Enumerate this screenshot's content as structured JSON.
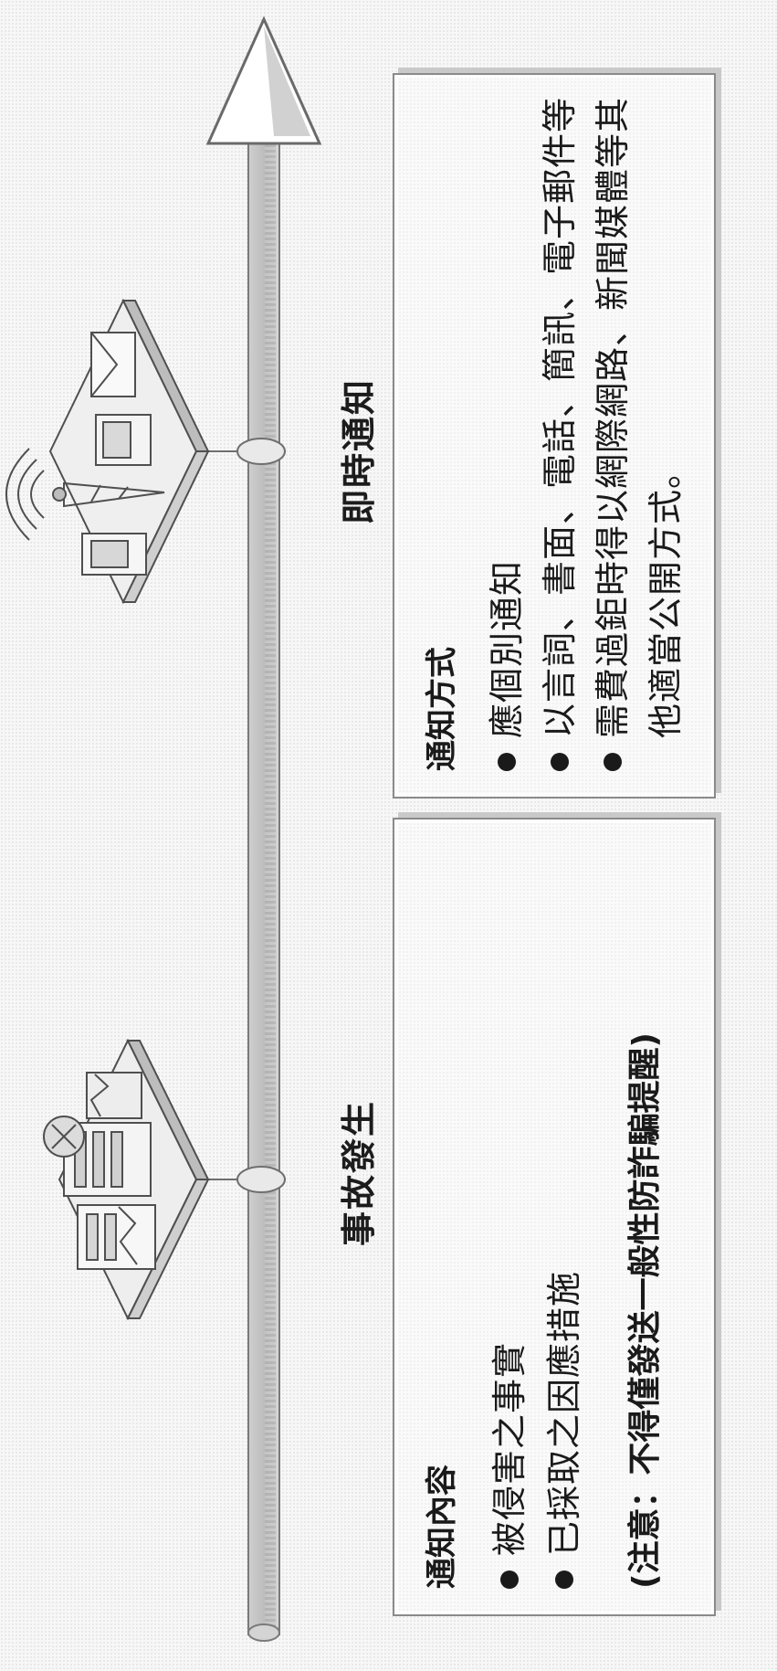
{
  "timeline": {
    "events": [
      {
        "label": "事故發生"
      },
      {
        "label": "即時通知"
      }
    ]
  },
  "content_panel": {
    "title": "通知內容",
    "items": [
      "被侵害之事實",
      "已採取之因應措施"
    ],
    "note": "(注意：不得僅發送一般性防詐騙提醒)"
  },
  "method_panel": {
    "title": "通知方式",
    "items": [
      "應個別通知",
      "以言詞、書面、電話、簡訊、電子郵件等",
      "需費過鉅時得以網際網路、新聞媒體等其",
      "他適當公開方式。"
    ]
  },
  "icons": {
    "incident": "broken-server-icon",
    "notify": "broadcast-devices-icon"
  }
}
